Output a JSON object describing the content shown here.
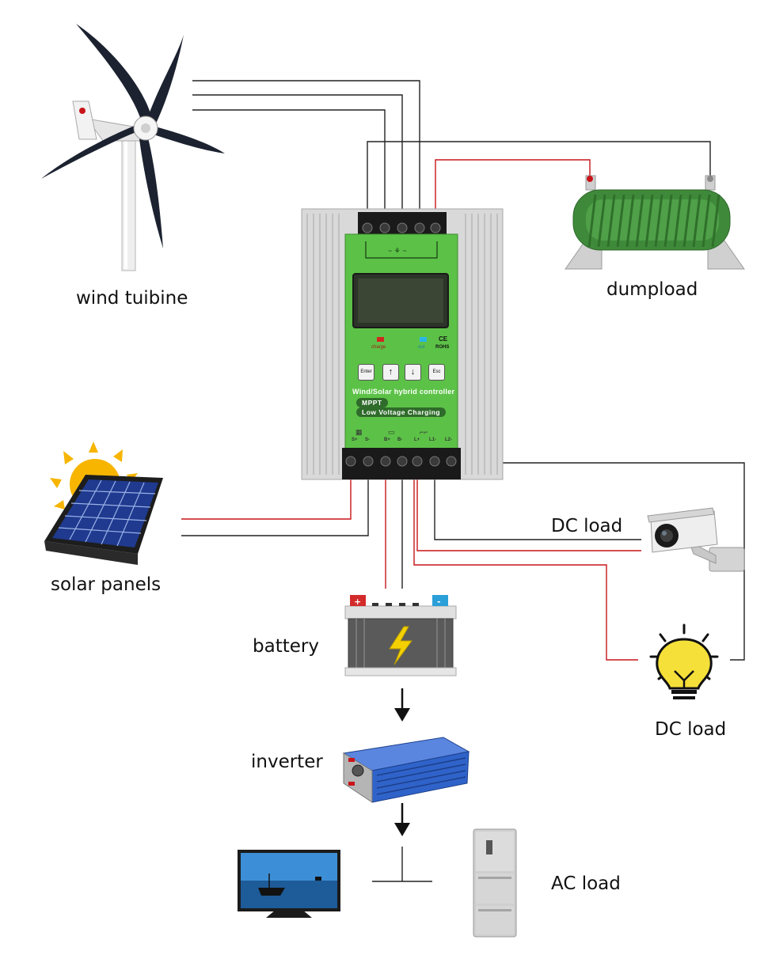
{
  "labels": {
    "wind_turbine": "wind tuibine",
    "dumpload": "dumpload",
    "solar_panels": "solar panels",
    "dc_load_camera": "DC load",
    "dc_load_bulb": "DC load",
    "battery": "battery",
    "inverter": "inverter",
    "ac_load": "AC load"
  },
  "controller": {
    "led_charge": "charge",
    "led_out": "out",
    "ce_mark": "CE",
    "rohs_mark": "ROHS",
    "btn_enter": "Enter",
    "btn_esc": "Esc",
    "title": "Wind/Solar hybrid controller",
    "feature_1": "MPPT",
    "feature_2": "Low Voltage Charging",
    "terminals": [
      "S+",
      "S-",
      "B+",
      "B-",
      "L+",
      "L1-",
      "L2-"
    ]
  },
  "battery_signs": {
    "positive": "+",
    "negative": "-"
  },
  "colors": {
    "wire_black": "#222222",
    "wire_red": "#c8151a",
    "panel_green": "#5cc247",
    "aluminum": "#d9d9d9",
    "dumpload_green": "#3f8a3a",
    "solar_blue": "#1f3a8f",
    "sun_yellow": "#f7b500",
    "inverter_blue": "#2f63c9",
    "battery_body": "#5a5a5a",
    "bolt_yellow": "#f5d000",
    "bulb_yellow": "#f5e03a"
  }
}
